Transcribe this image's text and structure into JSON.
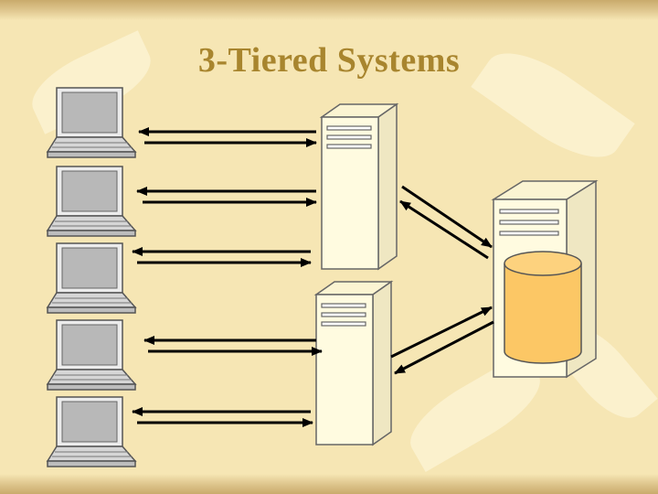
{
  "slide": {
    "title": "3-Tiered Systems"
  },
  "diagram": {
    "tiers": [
      "clients",
      "application-servers",
      "database-server"
    ],
    "clients": [
      {
        "id": "laptop-1"
      },
      {
        "id": "laptop-2"
      },
      {
        "id": "laptop-3"
      },
      {
        "id": "laptop-4"
      },
      {
        "id": "laptop-5"
      }
    ],
    "app_servers": [
      {
        "id": "app-server-1"
      },
      {
        "id": "app-server-2"
      }
    ],
    "db_server": {
      "id": "db-server",
      "has_database_cylinder": true
    },
    "colors": {
      "background": "#f6e6b4",
      "title": "#a8852e",
      "server_face": "#fffbe0",
      "database": "#fcc765",
      "laptop_screen": "#b8b8b8",
      "arrow": "#000000"
    }
  }
}
